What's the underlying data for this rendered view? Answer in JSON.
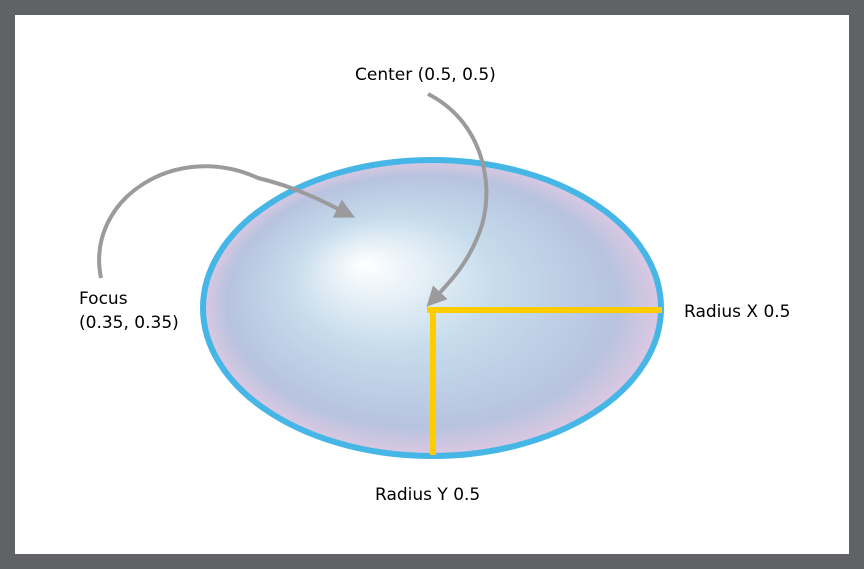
{
  "labels": {
    "center": "Center (0.5, 0.5)",
    "focus_line1": "Focus",
    "focus_line2": "(0.35, 0.35)",
    "radius_x": "Radius X 0.5",
    "radius_y": "Radius Y 0.5"
  },
  "colors": {
    "frame_border": "#616266",
    "background": "#ffffff",
    "ellipse_stroke": "#45b6e6",
    "radius_lines": "#ffcc00",
    "arrows": "#9b9b9d",
    "gradient_highlight": "#ffffff",
    "gradient_mid": "#c6dcec",
    "gradient_outer": "#b7c3df",
    "gradient_edge": "#dcc8e2",
    "text": "#000000"
  }
}
